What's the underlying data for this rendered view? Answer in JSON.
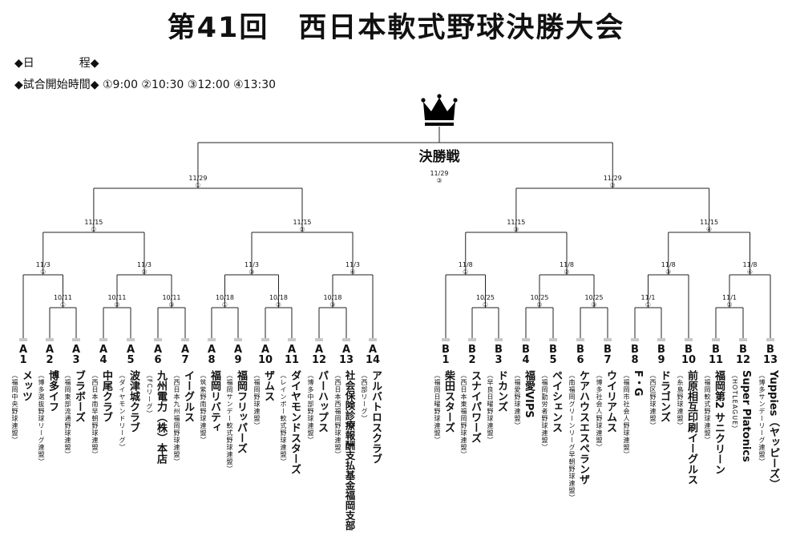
{
  "title": "第41回　西日本軟式野球決勝大会",
  "schedule_label": "◆日　　　　程◆",
  "start_times_label": "◆試合開始時間◆ ①9:00 ②10:30 ③12:00 ④13:30",
  "final": {
    "label": "決勝戦",
    "date": "11/29",
    "game": "③"
  },
  "crown_icon": "crown-icon",
  "matches": [
    {
      "id": "a-r1-1",
      "date": "11/3",
      "game": "①"
    },
    {
      "id": "a-r1-2",
      "date": "10/11",
      "game": "①"
    },
    {
      "id": "a-r1-3",
      "date": "11/3",
      "game": "②"
    },
    {
      "id": "a-r1-4",
      "date": "10/11",
      "game": "②"
    },
    {
      "id": "a-r1-5",
      "date": "10/11",
      "game": "③"
    },
    {
      "id": "a-r1-6",
      "date": "11/3",
      "game": "③"
    },
    {
      "id": "a-r1-7",
      "date": "10/18",
      "game": "①"
    },
    {
      "id": "a-r1-8",
      "date": "10/18",
      "game": "②"
    },
    {
      "id": "a-r1-9",
      "date": "11/3",
      "game": "④"
    },
    {
      "id": "a-r1-10",
      "date": "10/18",
      "game": "③"
    },
    {
      "id": "a-r2-1",
      "date": "11/15",
      "game": "①"
    },
    {
      "id": "a-r2-2",
      "date": "11/15",
      "game": "②"
    },
    {
      "id": "a-semi",
      "date": "11/29",
      "game": "①"
    },
    {
      "id": "b-r1-1",
      "date": "11/8",
      "game": "①"
    },
    {
      "id": "b-r1-2",
      "date": "10/25",
      "game": "①"
    },
    {
      "id": "b-r1-3",
      "date": "11/8",
      "game": "②"
    },
    {
      "id": "b-r1-4",
      "date": "10/25",
      "game": "②"
    },
    {
      "id": "b-r1-5",
      "date": "10/25",
      "game": "③"
    },
    {
      "id": "b-r1-6",
      "date": "11/8",
      "game": "③"
    },
    {
      "id": "b-r1-7",
      "date": "11/1",
      "game": "①"
    },
    {
      "id": "b-r1-8",
      "date": "11/8",
      "game": "④"
    },
    {
      "id": "b-r1-9",
      "date": "11/1",
      "game": "②"
    },
    {
      "id": "b-r2-1",
      "date": "11/15",
      "game": "③"
    },
    {
      "id": "b-r2-2",
      "date": "11/15",
      "game": "④"
    },
    {
      "id": "b-semi",
      "date": "11/29",
      "game": "②"
    }
  ],
  "teams": [
    {
      "code": "A",
      "num": "1",
      "name": "メッツ",
      "org": "（福岡中央野球連盟）"
    },
    {
      "code": "A",
      "num": "2",
      "name": "博多イフ",
      "org": "（博多選抜野球リーグ連盟）"
    },
    {
      "code": "A",
      "num": "3",
      "name": "ブラボーズ",
      "org": "（福岡東部流通野球連盟）"
    },
    {
      "code": "A",
      "num": "4",
      "name": "中尾クラブ",
      "org": "（西日本南早朝野球連盟）"
    },
    {
      "code": "A",
      "num": "5",
      "name": "波津城クラブ",
      "org": "（ダイヤモンドリーグ）"
    },
    {
      "code": "A",
      "num": "6",
      "name": "九州電力（株）本店",
      "org": "（FCリーグ）"
    },
    {
      "code": "A",
      "num": "7",
      "name": "イーグルス",
      "org": "（西日本九州福岡野球連盟）"
    },
    {
      "code": "A",
      "num": "8",
      "name": "福岡リバティ",
      "org": "（筑紫野南野球連盟）"
    },
    {
      "code": "A",
      "num": "9",
      "name": "福岡フリッパーズ",
      "org": "（福岡サンデー軟式野球連盟）"
    },
    {
      "code": "A",
      "num": "10",
      "name": "ザムス",
      "org": "（福岡野球連盟）"
    },
    {
      "code": "A",
      "num": "11",
      "name": "ダイヤモンドスターズ",
      "org": "（レインボー軟式野球連盟）"
    },
    {
      "code": "A",
      "num": "12",
      "name": "パーハップス",
      "org": "（博多中部野球連盟）"
    },
    {
      "code": "A",
      "num": "13",
      "name": "社会保険診療報酬支払基金福岡支部",
      "org": "（西日本西福岡野球連盟）"
    },
    {
      "code": "A",
      "num": "14",
      "name": "アルバトロスクラブ",
      "org": "（西部リーグ）"
    },
    {
      "code": "B",
      "num": "1",
      "name": "柴田スターズ",
      "org": "（福岡日曜野球連盟）"
    },
    {
      "code": "B",
      "num": "2",
      "name": "スナイパワーズ",
      "org": "（西日本東福岡野球連盟）"
    },
    {
      "code": "B",
      "num": "3",
      "name": "ドカンズ",
      "org": "（早良日曜野球連盟）"
    },
    {
      "code": "B",
      "num": "4",
      "name": "福愛VIPS",
      "org": "（福愛野球連盟）"
    },
    {
      "code": "B",
      "num": "5",
      "name": "ペイシェンス",
      "org": "（福岡勤労者野球連盟）"
    },
    {
      "code": "B",
      "num": "6",
      "name": "ケアハウスエスペランザ",
      "org": "（南福岡グリーンリーグ早朝野球連盟）"
    },
    {
      "code": "B",
      "num": "7",
      "name": "ウイリアムス",
      "org": "（博多社会人野球連盟）"
    },
    {
      "code": "B",
      "num": "8",
      "name": "F・G",
      "org": "（福岡市社会人野球連盟）"
    },
    {
      "code": "B",
      "num": "9",
      "name": "ドラゴンズ",
      "org": "（西区野球連盟）"
    },
    {
      "code": "B",
      "num": "10",
      "name": "前原相互印刷イーグルス",
      "org": "（糸島野球連盟）"
    },
    {
      "code": "B",
      "num": "11",
      "name": "福岡第2 サニクリーン",
      "org": "（福岡軟式野球連盟）"
    },
    {
      "code": "B",
      "num": "12",
      "name": "Super Platonics",
      "org": "（HOTLEAGUE）"
    },
    {
      "code": "B",
      "num": "13",
      "name": "Yuppies（ヤッピーズ）",
      "org": "（博多サンデーリーグ連盟）"
    }
  ]
}
